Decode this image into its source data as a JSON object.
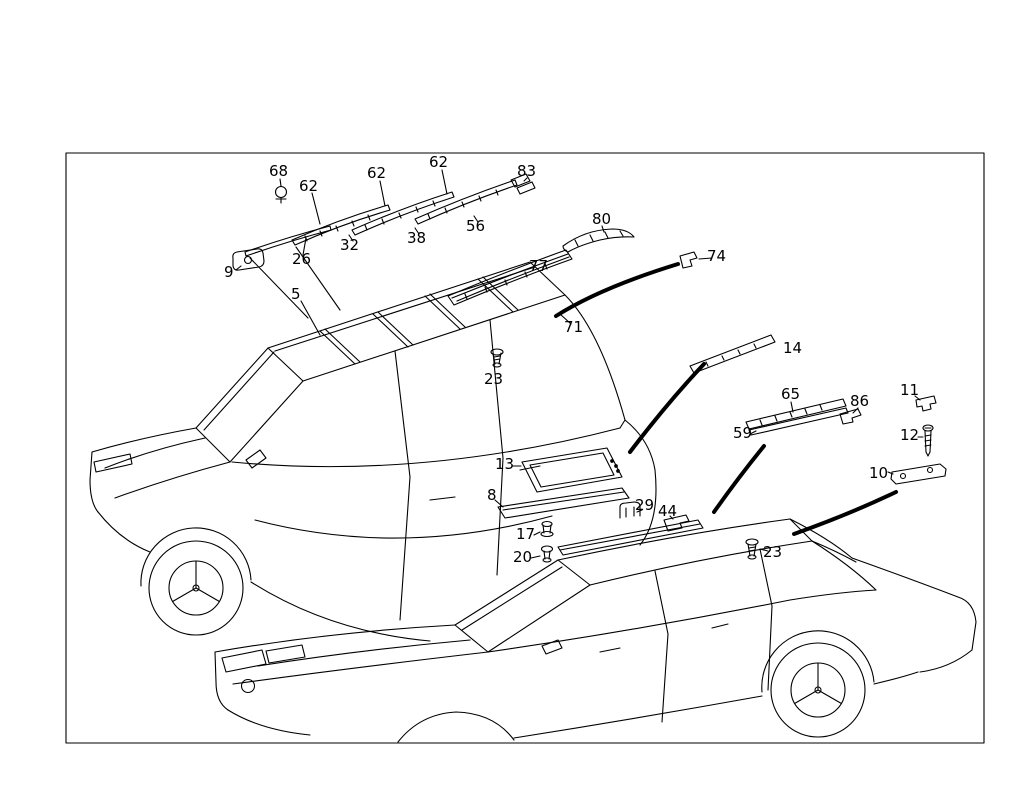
{
  "figure": {
    "kind": "exploded-parts-diagram",
    "subject": "car roof and headliner parts over two sedan line drawings",
    "background_color": "#ffffff",
    "line_color": "#000000",
    "labels": [
      {
        "text": "68"
      },
      {
        "text": "62"
      },
      {
        "text": "62"
      },
      {
        "text": "62"
      },
      {
        "text": "83"
      },
      {
        "text": "32"
      },
      {
        "text": "38"
      },
      {
        "text": "56"
      },
      {
        "text": "80"
      },
      {
        "text": "26"
      },
      {
        "text": "9"
      },
      {
        "text": "77"
      },
      {
        "text": "74"
      },
      {
        "text": "5"
      },
      {
        "text": "71"
      },
      {
        "text": "23"
      },
      {
        "text": "14"
      },
      {
        "text": "65"
      },
      {
        "text": "86"
      },
      {
        "text": "11"
      },
      {
        "text": "59"
      },
      {
        "text": "12"
      },
      {
        "text": "13"
      },
      {
        "text": "10"
      },
      {
        "text": "8"
      },
      {
        "text": "29"
      },
      {
        "text": "44"
      },
      {
        "text": "17"
      },
      {
        "text": "23"
      },
      {
        "text": "20"
      }
    ]
  }
}
